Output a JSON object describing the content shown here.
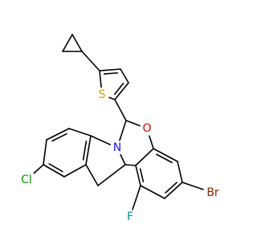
{
  "molecule": {
    "atom_labels": [
      {
        "id": "S",
        "text": "S",
        "color": "#c8a800"
      },
      {
        "id": "O",
        "text": "O",
        "color": "#e00000"
      },
      {
        "id": "N",
        "text": "N",
        "color": "#1a1aff"
      },
      {
        "id": "Cl",
        "text": "Cl",
        "color": "#00a000"
      },
      {
        "id": "Br",
        "text": "Br",
        "color": "#8b2500"
      },
      {
        "id": "F",
        "text": "F",
        "color": "#009090"
      }
    ]
  }
}
